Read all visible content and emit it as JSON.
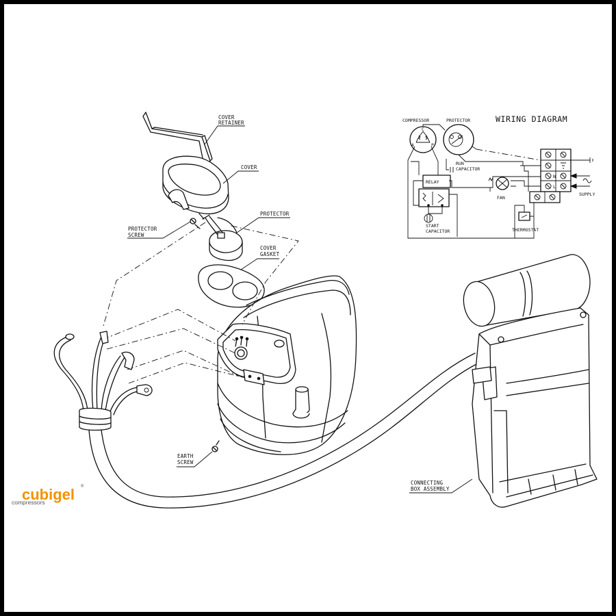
{
  "labels": {
    "cover_retainer_1": "COVER",
    "cover_retainer_2": "RETAINER",
    "cover": "COVER",
    "protector": "PROTECTOR",
    "protector_screw_1": "PROTECTOR",
    "protector_screw_2": "SCREW",
    "cover_gasket_1": "COVER",
    "cover_gasket_2": "GASKET",
    "earth_screw_1": "EARTH",
    "earth_screw_2": "SCREW",
    "connecting_box_1": "CONNECTING",
    "connecting_box_2": "BOX ASSEMBLY"
  },
  "wiring": {
    "title": "WIRING DIAGRAM",
    "compressor": "COMPRESSOR",
    "protector": "PROTECTOR",
    "run_capacitor_1": "RUN",
    "run_capacitor_2": "CAPACITOR",
    "relay": "RELAY",
    "start_capacitor_1": "START",
    "start_capacitor_2": "CAPACITOR",
    "fan": "FAN",
    "thermostat": "THERMOSTAT",
    "supply": "SUPPLY",
    "terminal_n": "N",
    "terminal_l": "L",
    "pin_c": "C",
    "pin_a": "A",
    "pin_p": "P"
  },
  "logo": {
    "name": "cubigel",
    "sub": "compressors",
    "reg": "®",
    "color_main": "#F39200",
    "color_sub": "#555555"
  }
}
